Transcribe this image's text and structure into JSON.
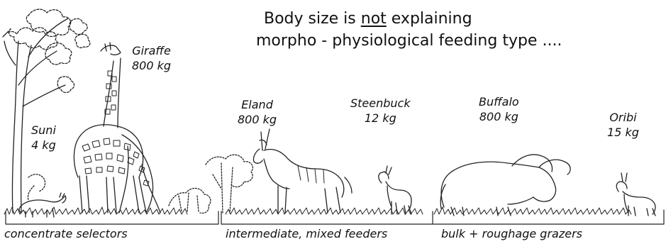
{
  "title": {
    "line1_before": "Body size is ",
    "line1_emph": "not",
    "line1_after": " explaining",
    "line2": "morpho - physiological feeding type ...."
  },
  "animals": [
    {
      "name": "Giraffe",
      "mass": "800 kg"
    },
    {
      "name": "Suni",
      "mass": "4 kg"
    },
    {
      "name": "Eland",
      "mass": "800 kg"
    },
    {
      "name": "Steenbuck",
      "mass": "12 kg"
    },
    {
      "name": "Buffalo",
      "mass": "800 kg"
    },
    {
      "name": "Oribi",
      "mass": "15 kg"
    }
  ],
  "categories": [
    {
      "label": "concentrate selectors"
    },
    {
      "label": "intermediate, mixed feeders"
    },
    {
      "label": "bulk + roughage grazers"
    }
  ]
}
